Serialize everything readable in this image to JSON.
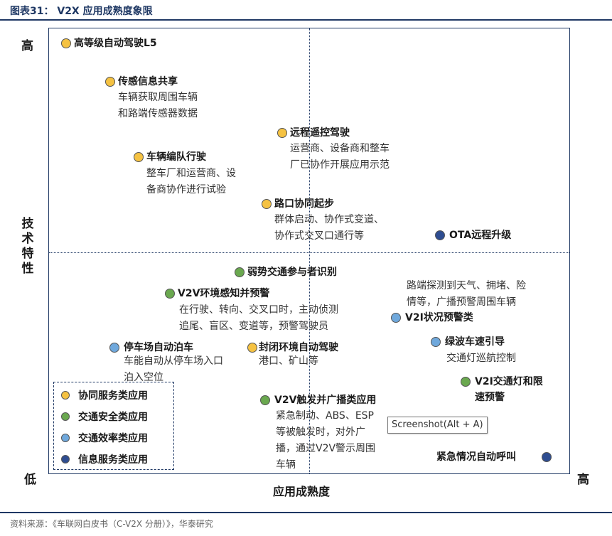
{
  "header": {
    "title": "图表31：  V2X 应用成熟度象限"
  },
  "axes": {
    "y_high": "高",
    "y_low": "低",
    "x_high": "高",
    "y_label": "技术特性",
    "x_label": "应用成熟度"
  },
  "colors": {
    "协同服务类应用": "#f5c242",
    "交通安全类应用": "#6aa84f",
    "交通效率类应用": "#6fa8dc",
    "信息服务类应用": "#2e4d91",
    "frame": "#1f3864"
  },
  "chart_data": {
    "type": "scatter",
    "title": "V2X 应用成熟度象限",
    "xlabel": "应用成熟度",
    "ylabel": "技术特性",
    "legend_position": "bottom-left",
    "grid": false,
    "quadrant_lines": true,
    "legend": [
      {
        "name": "协同服务类应用",
        "color": "#f5c242"
      },
      {
        "name": "交通安全类应用",
        "color": "#6aa84f"
      },
      {
        "name": "交通效率类应用",
        "color": "#6fa8dc"
      },
      {
        "name": "信息服务类应用",
        "color": "#2e4d91"
      }
    ],
    "points": [
      {
        "title": "高等级自动驾驶L5",
        "category": "协同服务类应用",
        "lines": []
      },
      {
        "title": "传感信息共享",
        "category": "协同服务类应用",
        "lines": [
          "车辆获取周围车辆",
          "和路端传感器数据"
        ]
      },
      {
        "title": "远程遥控驾驶",
        "category": "协同服务类应用",
        "lines": [
          "运营商、设备商和整车",
          "厂已协作开展应用示范"
        ]
      },
      {
        "title": "车辆编队行驶",
        "category": "协同服务类应用",
        "lines": [
          "整车厂和运营商、设",
          "备商协作进行试验"
        ]
      },
      {
        "title": "路口协同起步",
        "category": "协同服务类应用",
        "lines": [
          "群体启动、协作式变道、",
          "协作式交叉口通行等"
        ]
      },
      {
        "title": "OTA远程升级",
        "category": "信息服务类应用",
        "lines": []
      },
      {
        "title": "弱势交通参与者识别",
        "category": "交通安全类应用",
        "lines": []
      },
      {
        "title": "V2V环境感知并预警",
        "category": "交通安全类应用",
        "lines": [
          "在行驶、转向、交叉口时，主动侦测",
          "追尾、盲区、变道等，预警驾驶员"
        ]
      },
      {
        "title": "V2I状况预警类",
        "category": "交通效率类应用",
        "lines": [
          "路端探测到天气、拥堵、险",
          "情等，广播预警周围车辆"
        ]
      },
      {
        "title": "绿波车速引导",
        "category": "交通效率类应用",
        "lines": [
          "交通灯巡航控制"
        ]
      },
      {
        "title": "停车场自动泊车",
        "category": "交通效率类应用",
        "lines": [
          "车能自动从停车场入口",
          "泊入空位"
        ]
      },
      {
        "title": "封闭环境自动驾驶",
        "category": "协同服务类应用",
        "lines": [
          "港口、矿山等"
        ]
      },
      {
        "title": "V2I交通灯和限速预警",
        "category": "交通安全类应用",
        "lines": []
      },
      {
        "title": "V2V触发并广播类应用",
        "category": "交通安全类应用",
        "lines": [
          "紧急制动、ABS、ESP",
          "等被触发时，对外广",
          "播，通过V2V警示周围",
          "车辆"
        ]
      },
      {
        "title": "紧急情况自动呼叫",
        "category": "信息服务类应用",
        "lines": []
      }
    ]
  },
  "tooltip": {
    "text": "Screenshot(Alt + A)"
  },
  "source": {
    "text": "资料来源：《车联网白皮书（C-V2X 分册）》，华泰研究"
  }
}
